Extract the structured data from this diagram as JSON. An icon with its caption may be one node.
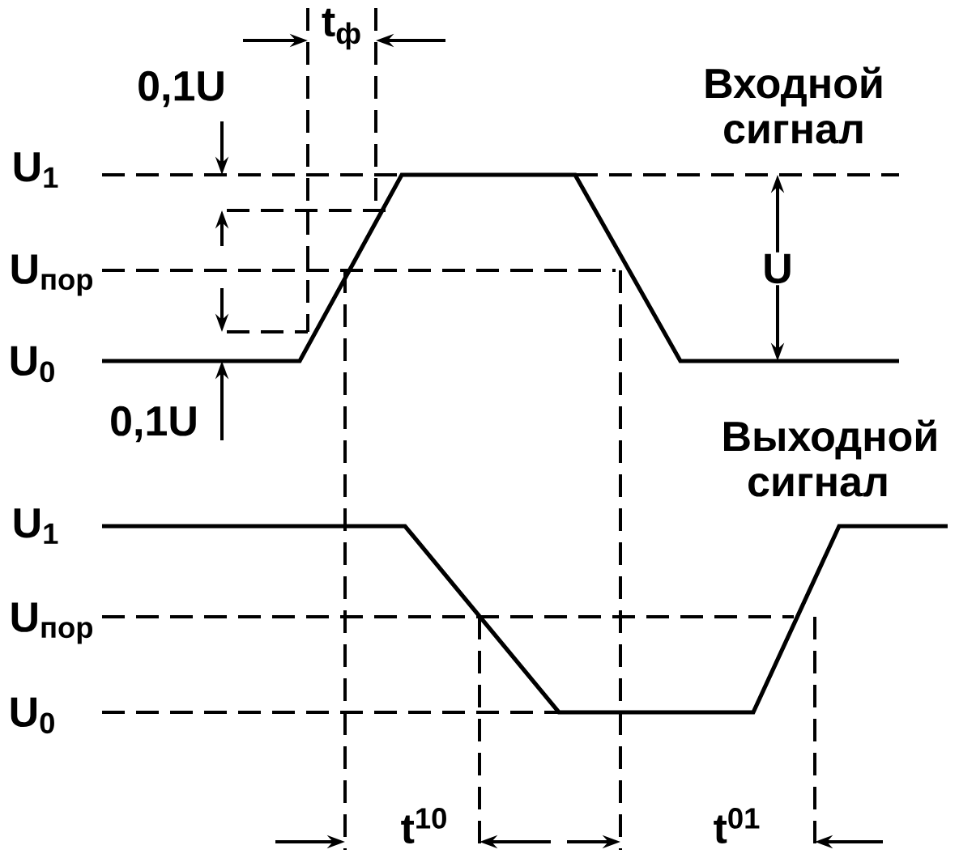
{
  "diagram": {
    "labels": [
      "t$_{ф}$",
      "0,1U",
      "U$_{1}$",
      "Входной сигнал",
      "U$_{пор}$",
      "U",
      "U$_{0}$",
      "0,1U",
      "Выходной сигнал",
      "U$_{1}$",
      "U$_{пор}$",
      "U$_{0}$",
      "t$^{10}$",
      "t$^{01}$"
    ]
  }
}
